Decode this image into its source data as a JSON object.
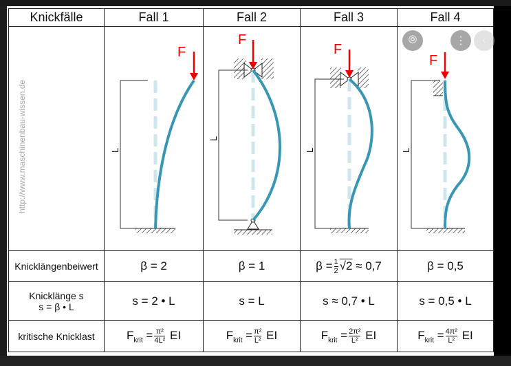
{
  "header": {
    "col0": "Knickfälle",
    "cases": [
      "Fall 1",
      "Fall 2",
      "Fall 3",
      "Fall 4"
    ]
  },
  "watermark": "http://www.maschinenbau-wissen.de",
  "diagram": {
    "force_label": "F",
    "length_label": "L"
  },
  "rows": {
    "beta": {
      "label": "Knicklängenbeiwert",
      "values": [
        "β = 2",
        "β = 1",
        "≈ 0,7",
        "β = 0,5"
      ],
      "fall3_prefix": "β =",
      "fall3_num": "1",
      "fall3_den": "2",
      "fall3_root": "√2"
    },
    "s": {
      "label1": "Knicklänge s",
      "label2": "s = β • L",
      "values": [
        "s = 2 • L",
        "s = L",
        "s ≈ 0,7 • L",
        "s = 0,5 • L"
      ]
    },
    "F": {
      "label": "kritische Knicklast",
      "F": "F",
      "sub": "krit",
      "eq": "=",
      "EI": "EI",
      "num": [
        "π²",
        "π²",
        "2π²",
        "4π²"
      ],
      "den": [
        "4L²",
        "L²",
        "L²",
        "L²"
      ]
    }
  },
  "colors": {
    "column": "#3a97b3",
    "dashed": "#cfe6ee",
    "force": "#e00000"
  },
  "controls": {
    "lens": "lens-icon",
    "more": "more-icon",
    "prev": "‹"
  }
}
